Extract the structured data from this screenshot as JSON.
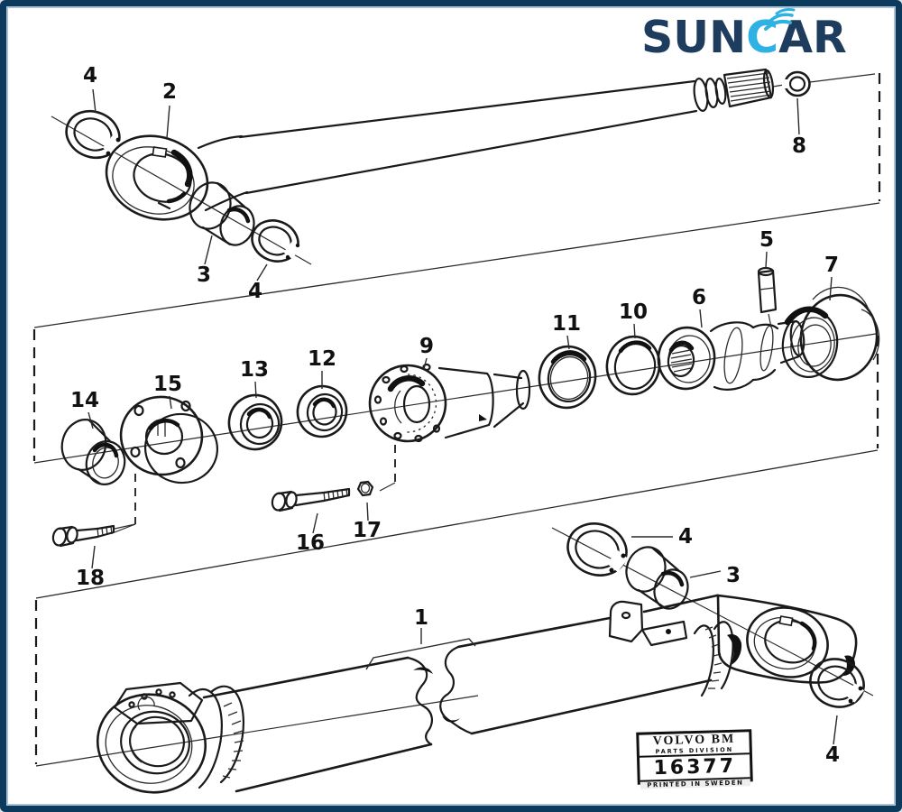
{
  "window": {
    "background": "#ffffff",
    "border_color": "#0c3a5d",
    "inner_line_color": "#a9c3d4"
  },
  "logo": {
    "text": "SUNCAR",
    "part1": "SUN",
    "part2": "C",
    "part3": "AR",
    "navy": "#1d3c5e",
    "cyan": "#2fb1e3"
  },
  "stamp": {
    "brand": "VOLVO BM",
    "division": "PARTS DIVISION",
    "number": "16377",
    "footer": "PRINTED IN SWEDEN"
  },
  "diagram": {
    "type": "exploded-parts-diagram",
    "subject": "Hydraulic cylinder assembly with rod, gland, piston and barrel",
    "part_numbers_visible": [
      "1",
      "2",
      "3",
      "4",
      "5",
      "6",
      "7",
      "8",
      "9",
      "10",
      "11",
      "12",
      "13",
      "14",
      "15",
      "16",
      "17",
      "18"
    ],
    "callouts": [
      {
        "label": "4"
      },
      {
        "label": "2"
      },
      {
        "label": "3"
      },
      {
        "label": "4"
      },
      {
        "label": "8"
      },
      {
        "label": "5"
      },
      {
        "label": "7"
      },
      {
        "label": "6"
      },
      {
        "label": "10"
      },
      {
        "label": "11"
      },
      {
        "label": "9"
      },
      {
        "label": "12"
      },
      {
        "label": "13"
      },
      {
        "label": "15"
      },
      {
        "label": "14"
      },
      {
        "label": "16"
      },
      {
        "label": "17"
      },
      {
        "label": "18"
      },
      {
        "label": "4"
      },
      {
        "label": "3"
      },
      {
        "label": "1"
      },
      {
        "label": "4"
      }
    ]
  }
}
